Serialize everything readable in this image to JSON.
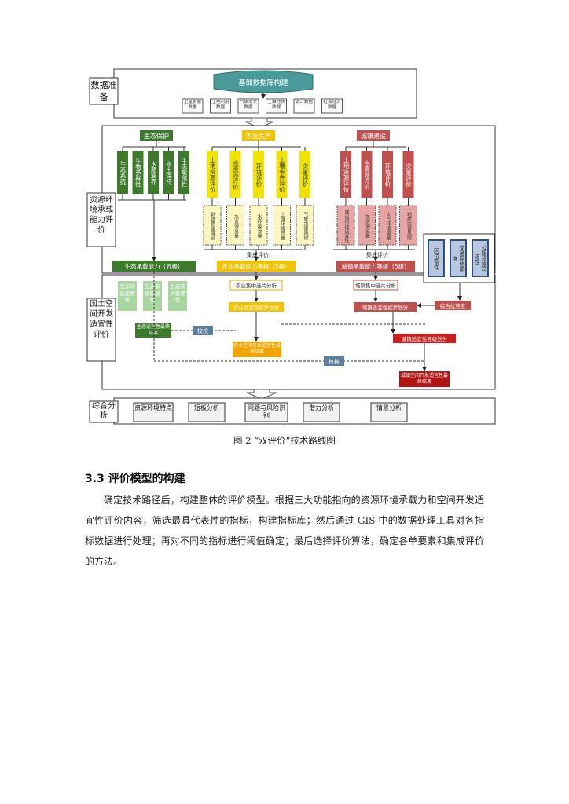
{
  "figure": {
    "caption": "图 2 “双评价”技术路线图",
    "db_title": "基础数据库构建",
    "stage_labels": {
      "prep": "数据准备",
      "capacity": "资源环境承载能力评价",
      "suitability": "国土空间开发适宜性评价",
      "comprehensive": "综合分析"
    },
    "data_items": [
      "卫星影像数据",
      "土地利用数据",
      "气象水文数据",
      "土壤地质数据",
      "统计数据",
      "社会经济数据"
    ],
    "domains": {
      "eco": "生态保护",
      "agr": "农业生产",
      "urb": "城镇建设"
    },
    "eco_factors": [
      "生态系统",
      "生物多样性",
      "水源涵养",
      "水土保持",
      "生态敏感性"
    ],
    "agr_factors": [
      "土地资源评价",
      "水资源评价",
      "环境评价",
      "土壤条件评价",
      "灾害评价"
    ],
    "agr_sub": [
      "耕地质量等别",
      "水资源总量",
      "水环境容量",
      "土壤环境质量",
      "气象灾害风险"
    ],
    "urb_factors": [
      "土地资源评价",
      "水资源评价",
      "环境评价",
      "灾害评价"
    ],
    "urb_sub": [
      "建设用地适宜性",
      "水资源总量",
      "大气环境容量",
      "地质灾害风险"
    ],
    "integrated_labels": [
      "集成评价",
      "集成评价"
    ],
    "results": {
      "eco_capacity": "生态承载能力（五级）",
      "agr_capacity": "农业承载能力等级（5级）",
      "urb_capacity": "城镇承载能力等级（5级）"
    },
    "suit_eco": [
      "生态功能重要性",
      "生态系统敏感性",
      "生态保护重要性"
    ],
    "suit_eco_result": "生态适宜性最终结果",
    "agr_steps": [
      "农业集中连片分析",
      "农业适宜性初步划分",
      "农业空间开发适宜性最终结果"
    ],
    "urb_steps": [
      "城镇集中连片分析",
      "城镇适宜性初步划分",
      "城镇适宜性等级划分",
      "城镇空间开发适宜性最终结果"
    ],
    "side_boxes": [
      "区位条件",
      "交通网络密度",
      "公服设施可达性"
    ],
    "comprehensive_step": "综合优势度",
    "check_label": "校核",
    "final_items": [
      "资源环境特点",
      "短板分析",
      "问题与风险识别",
      "潜力分析",
      "情景分析"
    ]
  },
  "section": {
    "heading": "3.3 评价模型的构建",
    "paragraph": "确定技术路径后，构建整体的评价模型。根据三大功能指向的资源环境承载力和空间开发适宜性评价内容，筛选最具代表性的指标，构建指标库；然后通过 GIS 中的数据处理工具对各指标数据进行处理；再对不同的指标进行阈值确定；最后选择评价算法，确定各单要素和集成评价的方法。"
  }
}
